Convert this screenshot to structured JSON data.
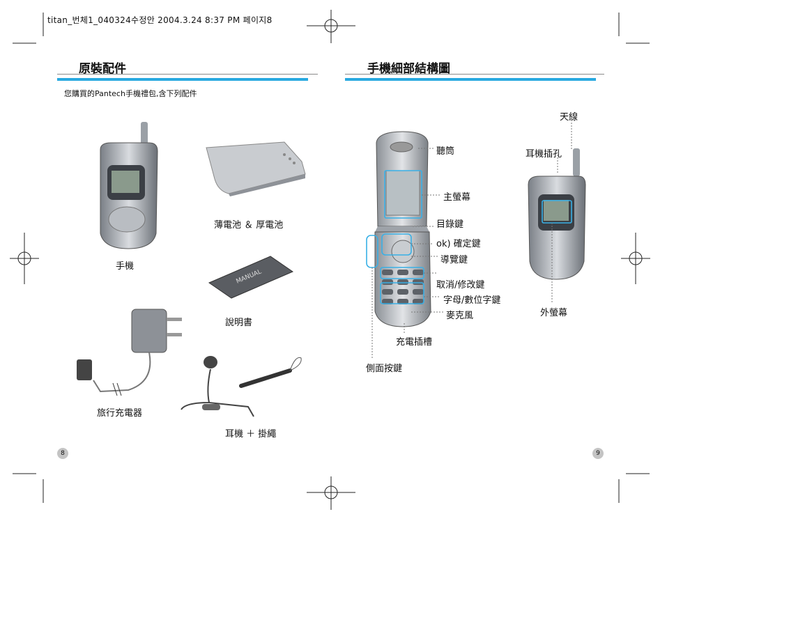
{
  "header": {
    "meta": "titan_번체1_040324수정안  2004.3.24 8:37 PM 페이지8"
  },
  "left_page": {
    "title": "原裝配件",
    "intro": "您購買的Pantech手機禮包,含下列配件",
    "captions": {
      "phone": "手機",
      "battery": "薄電池 ＆ 厚電池",
      "manual": "說明書",
      "charger": "旅行充電器",
      "earphone": "耳機 ＋ 掛繩"
    },
    "manual_cover_text": "MANUAL",
    "page_number": "8"
  },
  "right_page": {
    "title": "手機細部結構圖",
    "labels": {
      "earpiece": "聽筒",
      "main_screen": "主螢幕",
      "menu_key": "目錄鍵",
      "ok_key": "ok) 確定鍵",
      "nav_key": "導覽鍵",
      "cancel_key": "取消/修改鍵",
      "alnum_keys": "字母/數位字鍵",
      "microphone": "麥克風",
      "charge_slot": "充電插槽",
      "side_keys": "側面按鍵",
      "antenna": "天線",
      "earphone_jack": "耳機插孔",
      "external_screen": "外螢幕"
    },
    "page_number": "9"
  },
  "colors": {
    "accent_bar": "#29a9e0",
    "callout": "#39b0e6",
    "rule": "#8a8a8a"
  }
}
